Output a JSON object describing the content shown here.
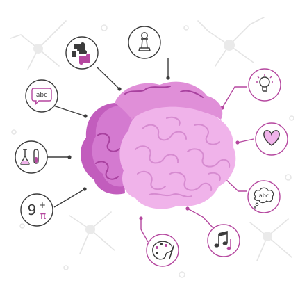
{
  "illustration": {
    "speech_bubble_text": "abc",
    "thought_bubble_text": "abc",
    "formula_digit": "9",
    "formula_plus": "+",
    "formula_pi": "π"
  },
  "colors": {
    "accent": "#b5479f",
    "line": "#3b3b3b",
    "brain_light": "#f0b3ea",
    "brain_mid": "#e08fd8",
    "brain_dark": "#c25dbd",
    "background_neurons": "#e6e6e6"
  },
  "icons": [
    "puzzle-pieces-icon",
    "chess-pawn-icon",
    "speech-bubble-abc-icon",
    "lightbulb-icon",
    "heart-icon",
    "lab-flasks-icon",
    "thought-bubble-abc-icon",
    "math-formula-icon",
    "music-notes-icon",
    "paint-palette-icon"
  ]
}
